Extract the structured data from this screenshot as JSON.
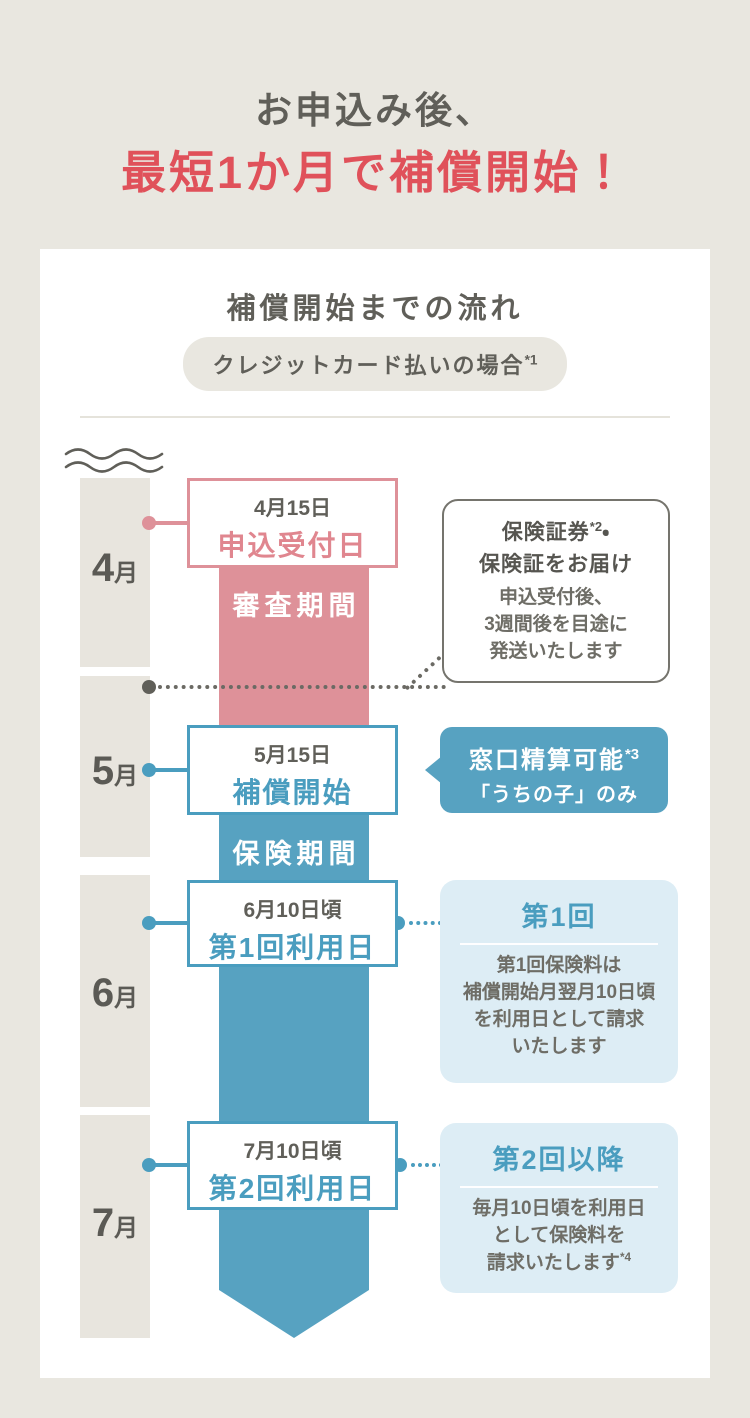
{
  "header": {
    "title_line1": "お申込み後、",
    "title_line2": "最短1か月で補償開始！"
  },
  "card": {
    "title": "補償開始までの流れ",
    "badge_label": "クレジットカード払いの場合",
    "badge_note": "*1"
  },
  "timeline": {
    "months": [
      {
        "num": "4",
        "suffix": "月"
      },
      {
        "num": "5",
        "suffix": "月"
      },
      {
        "num": "6",
        "suffix": "月"
      },
      {
        "num": "7",
        "suffix": "月"
      }
    ],
    "periods": [
      {
        "label": "審査期間"
      },
      {
        "label": "保険期間"
      }
    ],
    "milestones": [
      {
        "date": "4月15日",
        "title": "申込受付日"
      },
      {
        "date": "5月15日",
        "title": "補償開始"
      },
      {
        "date": "6月10日頃",
        "title": "第1回利用日"
      },
      {
        "date": "7月10日頃",
        "title": "第2回利用日"
      }
    ]
  },
  "callouts": {
    "policy": {
      "title_part1": "保険証券",
      "title_note": "*2",
      "title_dot": "・",
      "title_line2": "保険証をお届け",
      "body": "申込受付後、\n3週間後を目途に\n発送いたします"
    },
    "counter": {
      "title": "窓口精算可能",
      "note": "*3",
      "subtitle": "「うちの子」のみ"
    },
    "billing_first": {
      "title": "第1回",
      "body": "第1回保険料は\n補償開始月翌月10日頃\nを利用日として請求\nいたします"
    },
    "billing_later": {
      "title": "第2回以降",
      "body": "毎月10日頃を利用日\nとして保険料を\n請求いたします",
      "note": "*4"
    }
  },
  "colors": {
    "background_beige": "#e9e7e0",
    "card_white": "#ffffff",
    "accent_red": "#e0515a",
    "accent_pink": "#de9199",
    "accent_blue": "#57a2c1",
    "accent_blue_dark": "#4a9dbf",
    "light_blue_bg": "#ddedf5",
    "text_dark": "#605f59",
    "text_gray": "#6e6d66",
    "month_column": "#e8e5de"
  }
}
